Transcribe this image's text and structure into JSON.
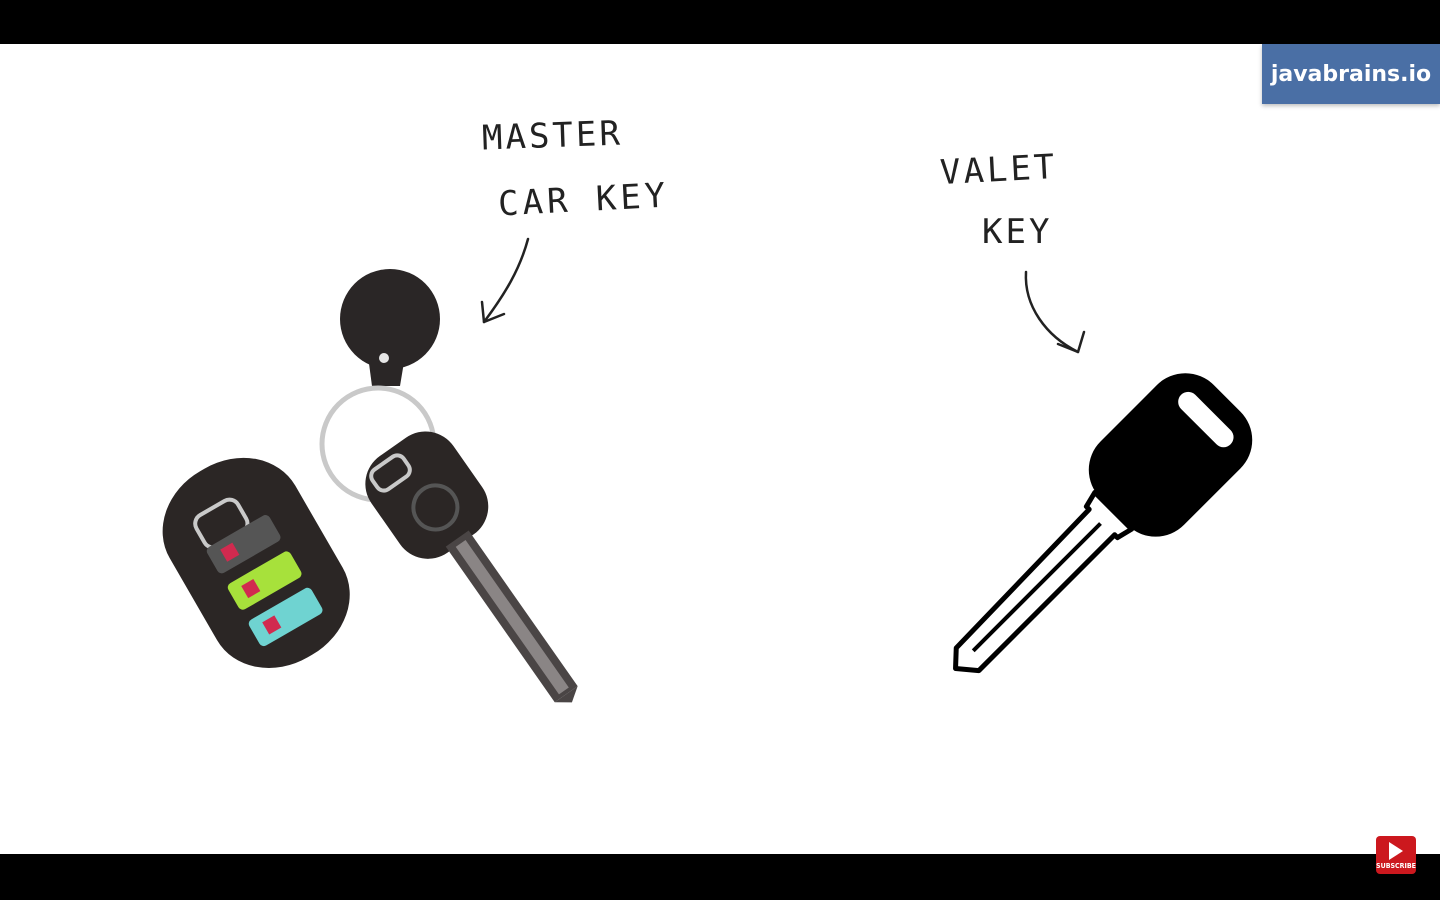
{
  "brand": {
    "text": "javabrains.io",
    "color": "#4a6fa5"
  },
  "labels": {
    "master": "MASTER",
    "car_key": "CAR KEY",
    "valet": "VALET",
    "valet_key": "KEY"
  },
  "subscribe": {
    "text": "SUBSCRIBE",
    "icon": "play-icon",
    "color": "#cc181e"
  },
  "icons": {
    "master_keyring": "car-key-fob-icon",
    "valet_key": "valet-key-icon"
  }
}
